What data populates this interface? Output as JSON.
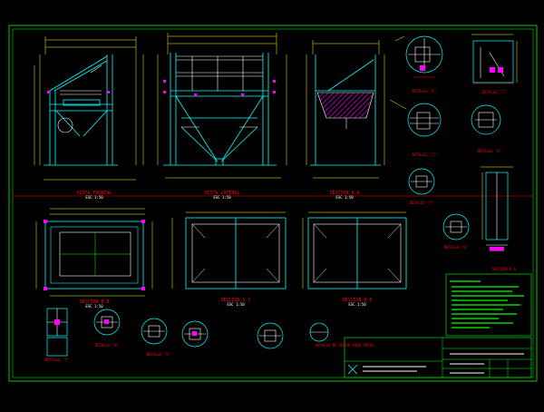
{
  "colors": {
    "background": "#000000",
    "frame": "#00ff00",
    "structure": "#00ffff",
    "dimension": "#ffff00",
    "title": "#ff0000",
    "white": "#ffffff",
    "fill": "#ff00ff",
    "accent": "#00ff00"
  },
  "views": [
    {
      "id": "front",
      "title": "VISTA FRONTAL",
      "scale": "ESC 1:50"
    },
    {
      "id": "side",
      "title": "VISTA LATERAL",
      "scale": "ESC 1:50"
    },
    {
      "id": "section-aa",
      "title": "SECCION A-A",
      "scale": "ESC 1:50"
    },
    {
      "id": "plan",
      "title": "SECCION B-B",
      "scale": "ESC 1:50"
    },
    {
      "id": "section-cc",
      "title": "SECCION C-C",
      "scale": "ESC 1:50"
    },
    {
      "id": "section-dd",
      "title": "SECCION D-D",
      "scale": "ESC 1:50"
    }
  ],
  "details": [
    {
      "id": "d1",
      "title": "DETALLE \"1\""
    },
    {
      "id": "d2",
      "title": "DETALLE \"2\""
    },
    {
      "id": "d3",
      "title": "DETALLE \"3\""
    },
    {
      "id": "d4",
      "title": "DETALLE \"4\""
    },
    {
      "id": "d5",
      "title": "DETALLE \"5\""
    },
    {
      "id": "d6",
      "title": "DETALLE \"6\""
    },
    {
      "id": "d7",
      "title": "DETALLE \"7\""
    },
    {
      "id": "d8",
      "title": "DETALLE \"8\""
    },
    {
      "id": "d9",
      "title": "DETALLE \"9\""
    },
    {
      "id": "d10",
      "title": "DETALLE DE UNION PARA TOLVA"
    },
    {
      "id": "sec-ee",
      "title": "SECCION E-E"
    }
  ]
}
